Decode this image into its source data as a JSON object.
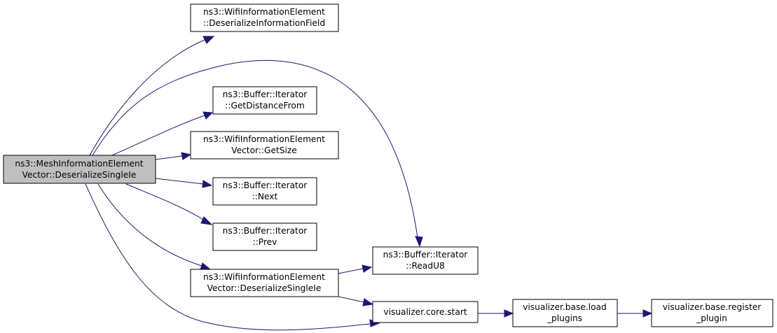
{
  "colors": {
    "edge": "#191970",
    "root_fill": "#bfbfbf",
    "node_fill": "#ffffff",
    "border": "#000000"
  },
  "nodes": {
    "root": [
      "ns3::MeshInformationElement",
      "Vector::DeserializeSingleIe"
    ],
    "deserialize_information_field": [
      "ns3::WifiInformationElement",
      "::DeserializeInformationField"
    ],
    "get_distance_from": [
      "ns3::Buffer::Iterator",
      "::GetDistanceFrom"
    ],
    "get_size": [
      "ns3::WifiInformationElement",
      "Vector::GetSize"
    ],
    "next": [
      "ns3::Buffer::Iterator",
      "::Next"
    ],
    "prev": [
      "ns3::Buffer::Iterator",
      "::Prev"
    ],
    "wifi_deserialize_single_ie": [
      "ns3::WifiInformationElement",
      "Vector::DeserializeSingleIe"
    ],
    "read_u8": [
      "ns3::Buffer::Iterator",
      "::ReadU8"
    ],
    "core_start": [
      "visualizer.core.start"
    ],
    "load_plugins": [
      "visualizer.base.load",
      "_plugins"
    ],
    "register_plugin": [
      "visualizer.base.register",
      "_plugin"
    ]
  }
}
